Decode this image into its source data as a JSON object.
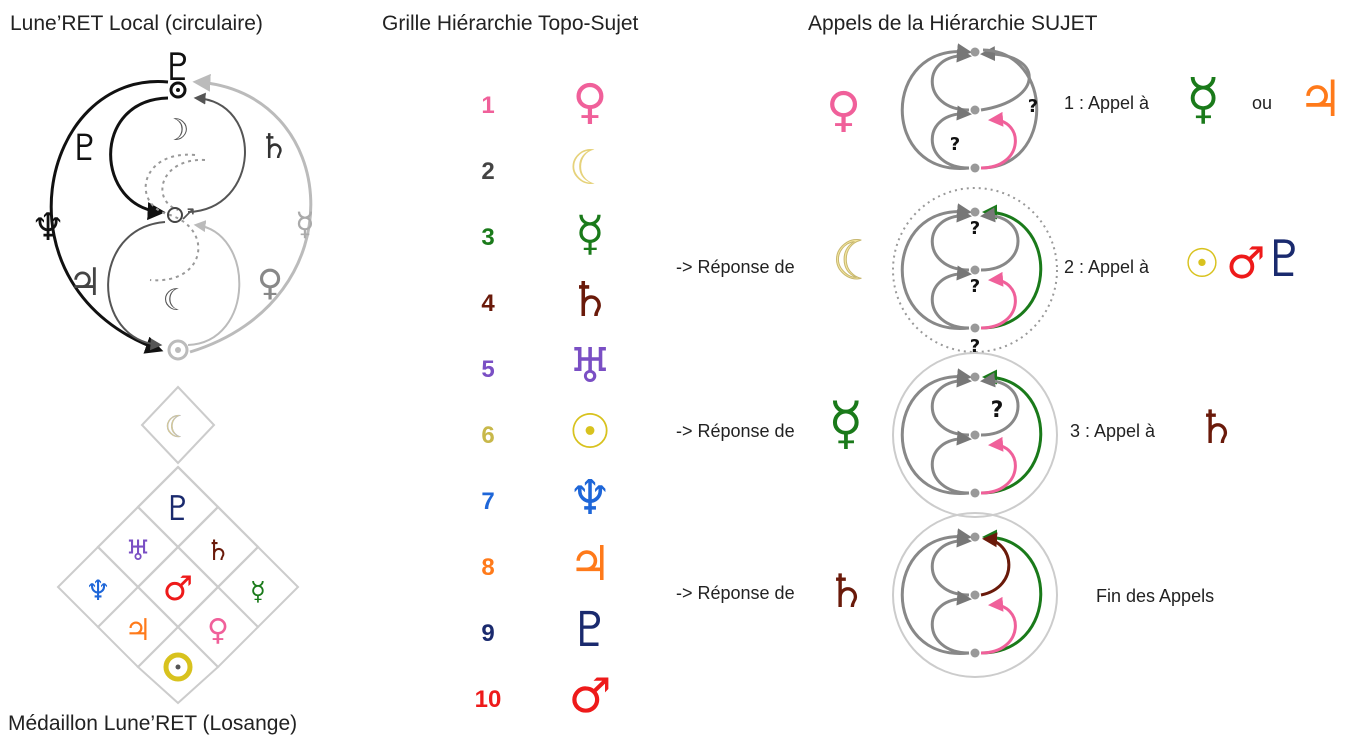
{
  "titles": {
    "local": "Lune’RET Local (circulaire)",
    "grid": "Grille Hiérarchie Topo-Sujet",
    "calls": "Appels de la Hiérarchie SUJET",
    "medallion": "Médaillon Lune’RET (Losange)"
  },
  "colors": {
    "venus": "#f0609a",
    "moon": "#f5e7a0",
    "mercury": "#1a7a1a",
    "saturn": "#6a1a0a",
    "uranus": "#7a4fc4",
    "sun": "#e8d21e",
    "neptune": "#1e66d8",
    "jupiter": "#ff7a1a",
    "pluto": "#1a2a6e",
    "mars": "#ee1a1a"
  },
  "grid": [
    {
      "n": "1",
      "glyph": "♀",
      "icon": "venus-icon",
      "color": "#f0609a"
    },
    {
      "n": "2",
      "glyph": "☾",
      "icon": "moon-icon",
      "color": "#444444",
      "glyphColor": "#e6d27a"
    },
    {
      "n": "3",
      "glyph": "☿",
      "icon": "mercury-icon",
      "color": "#1a7a1a"
    },
    {
      "n": "4",
      "glyph": "♄",
      "icon": "saturn-icon",
      "color": "#6a1a0a"
    },
    {
      "n": "5",
      "glyph": "♅",
      "icon": "uranus-icon",
      "color": "#7a4fc4"
    },
    {
      "n": "6",
      "glyph": "☉",
      "icon": "sun-icon",
      "color": "#c8b84a",
      "glyphColor": "#d8c21e"
    },
    {
      "n": "7",
      "glyph": "♆",
      "icon": "neptune-icon",
      "color": "#1e66d8"
    },
    {
      "n": "8",
      "glyph": "♃",
      "icon": "jupiter-icon",
      "color": "#ff7a1a"
    },
    {
      "n": "9",
      "glyph": "♇",
      "icon": "pluto-icon",
      "color": "#1a2a6e"
    },
    {
      "n": "10",
      "glyph": "♂",
      "icon": "mars-icon",
      "color": "#ee1a1a"
    }
  ],
  "calls": {
    "row1": {
      "label": "1 : Appel à",
      "or": "ou"
    },
    "row2": {
      "left": "-> Réponse de",
      "label": "2 : Appel à"
    },
    "row3": {
      "left": "-> Réponse de",
      "label": "3 : Appel à"
    },
    "row4": {
      "left": "-> Réponse de",
      "label": "Fin des Appels"
    },
    "question": "?"
  }
}
